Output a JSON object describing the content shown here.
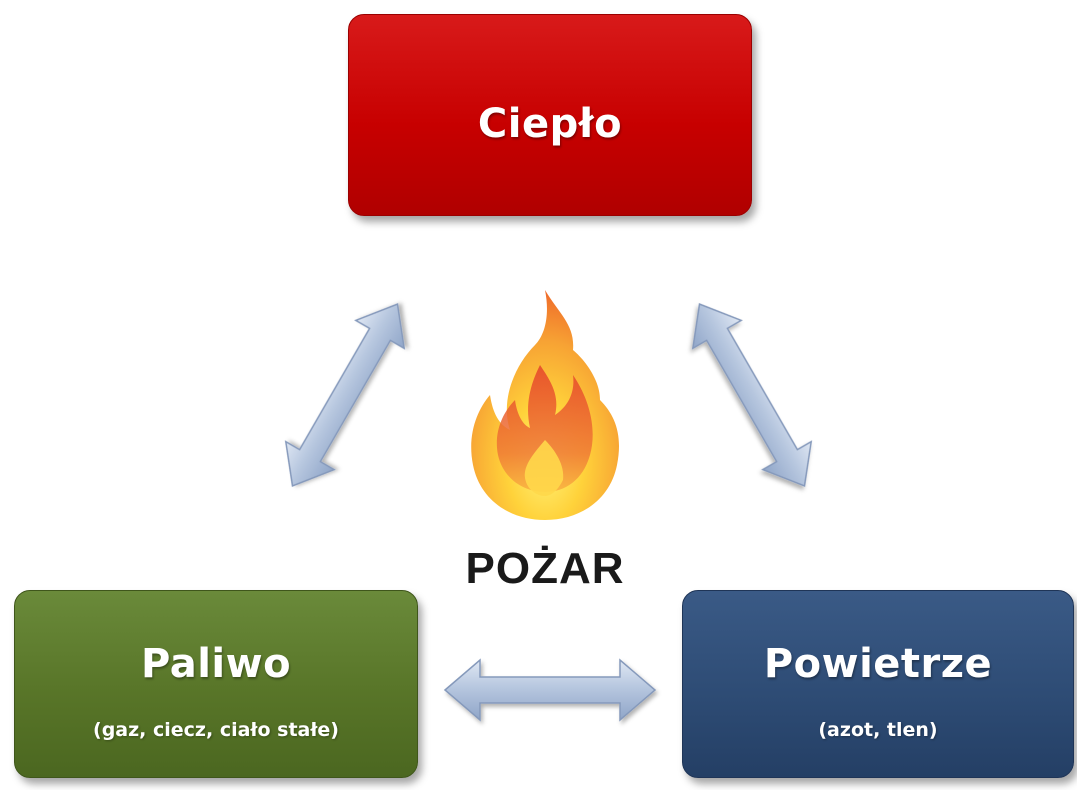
{
  "nodes": {
    "heat": {
      "title": "Ciepło",
      "color": "#c70000"
    },
    "fuel": {
      "title": "Paliwo",
      "subtitle": "(gaz, ciecz, ciało stałe)",
      "color": "#587528"
    },
    "air": {
      "title": "Powietrze",
      "subtitle": "(azot, tlen)",
      "color": "#2e4c75"
    }
  },
  "center": {
    "label": "POŻAR",
    "icon": "flame-icon"
  },
  "arrows": [
    {
      "from": "heat",
      "to": "fuel",
      "style": "double-headed"
    },
    {
      "from": "heat",
      "to": "air",
      "style": "double-headed"
    },
    {
      "from": "fuel",
      "to": "air",
      "style": "double-headed"
    }
  ],
  "arrow_color": "#a9bcd9"
}
